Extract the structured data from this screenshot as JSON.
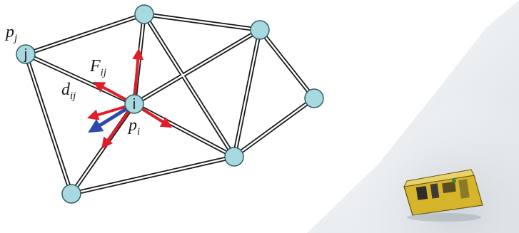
{
  "diagram": {
    "colors": {
      "node_fill": "#a9d9e0",
      "node_stroke": "#2f5f66",
      "edge_dark": "#1c1c1c",
      "force_red": "#e01e2a",
      "sum_blue": "#2c4aa8"
    },
    "labels": {
      "p_j_base": "p",
      "p_j_sub": "j",
      "F_ij_base": "F",
      "F_ij_sub": "ij",
      "d_ij_base": "d",
      "d_ij_sub": "ij",
      "p_i_base": "p",
      "p_i_sub": "i"
    },
    "node_letters": {
      "node_i": "i",
      "node_j": "j"
    }
  },
  "photo": {
    "description_label": "robot-photo"
  }
}
